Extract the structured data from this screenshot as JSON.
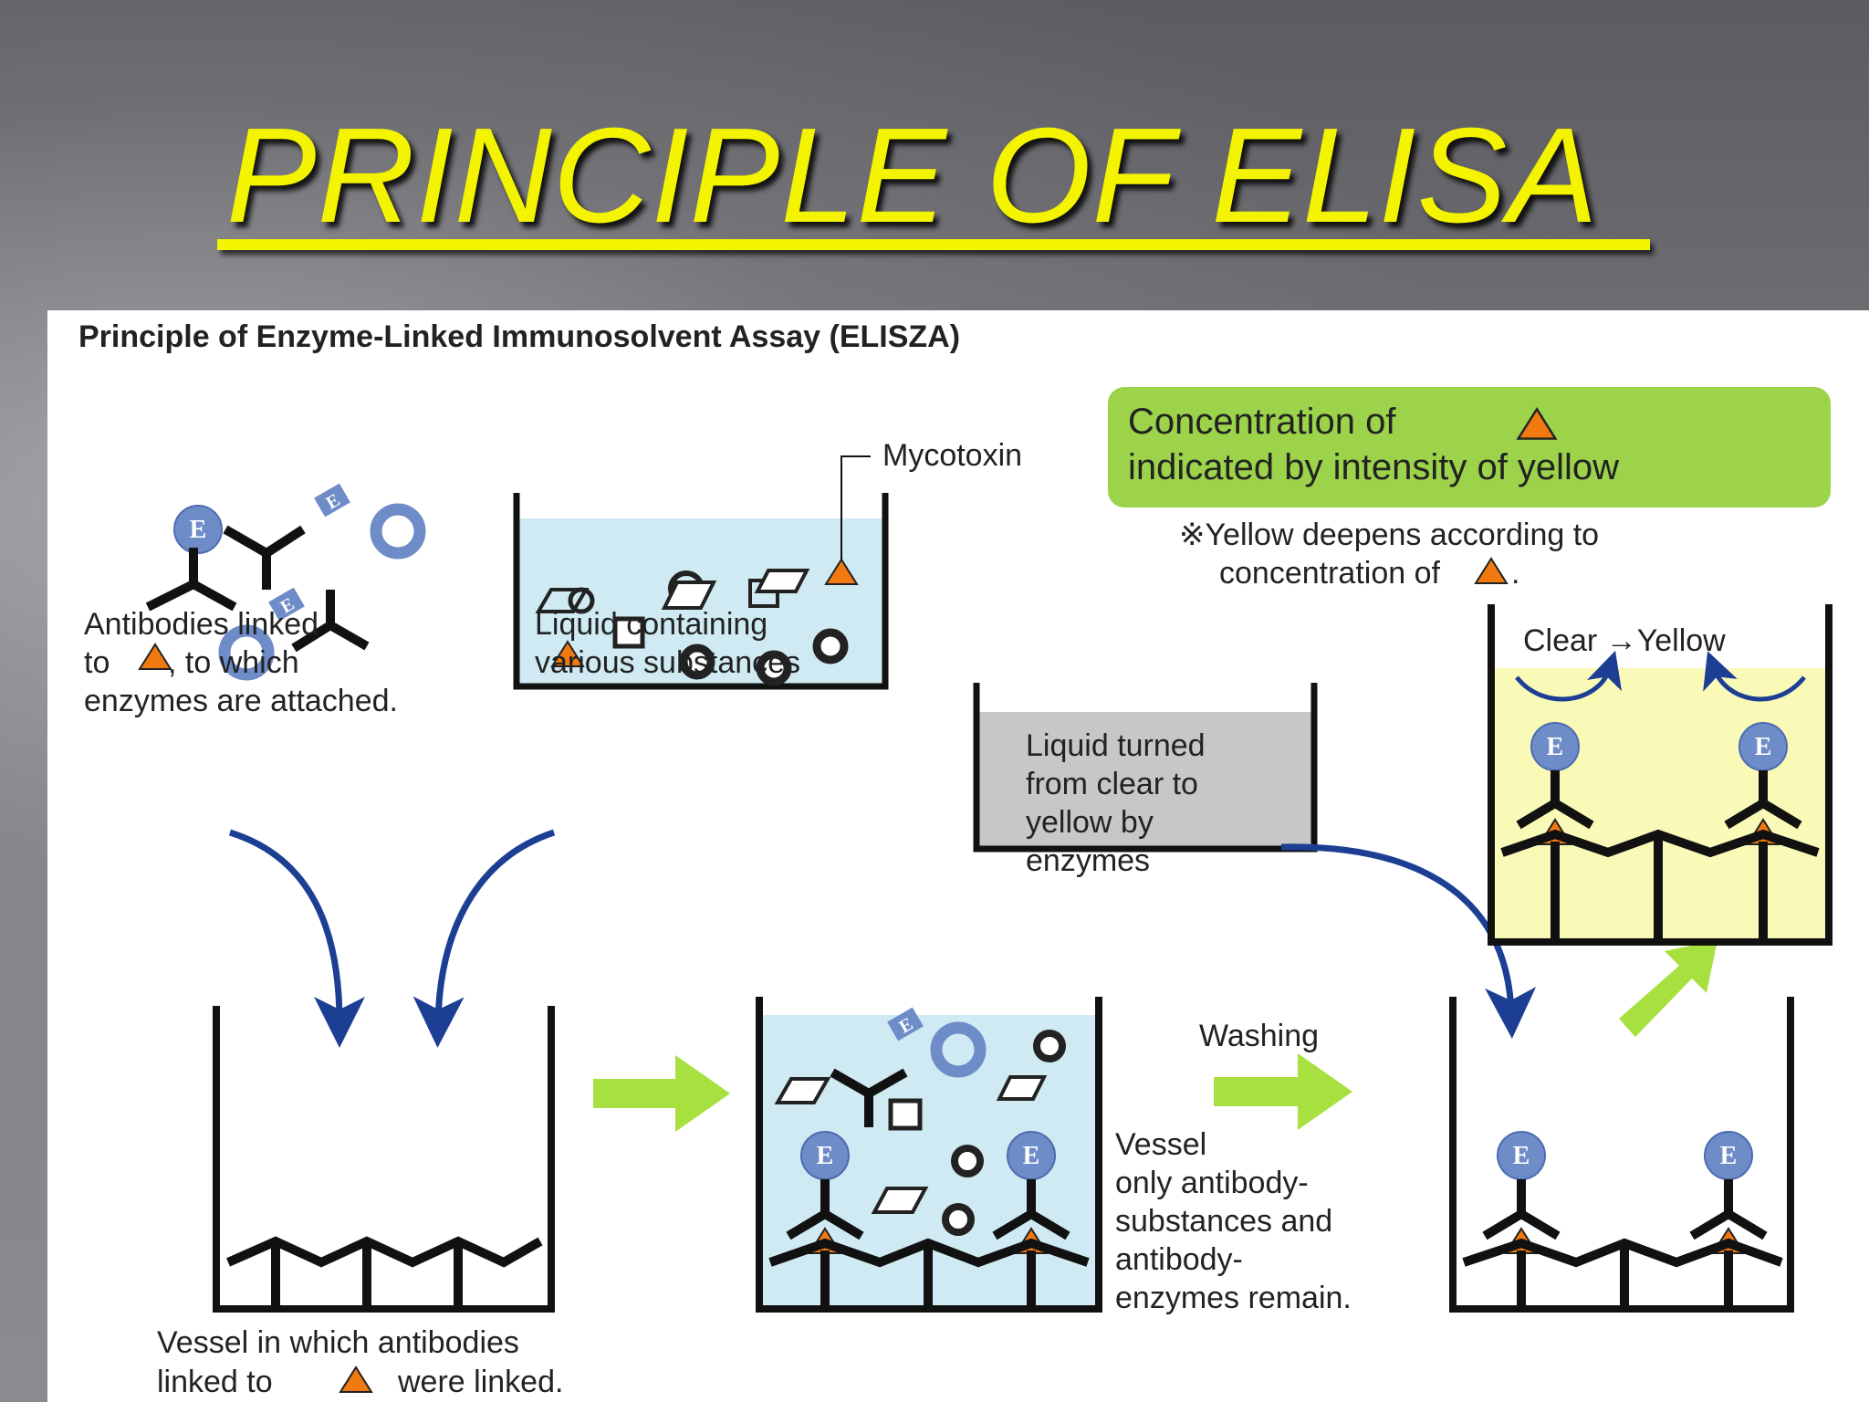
{
  "slide": {
    "title": "PRINCIPLE OF ELISA"
  },
  "figure": {
    "heading": "Principle of Enzyme-Linked Immunosolvent Assay (ELISZA)",
    "enzyme_letter": "E",
    "mycotoxin_label": "Mycotoxin",
    "antibodies_caption": [
      "Antibodies linked",
      "to",
      ", to which",
      "enzymes are attached."
    ],
    "liquid_caption": [
      "Liquid containing",
      "various substances"
    ],
    "vessel_caption": [
      "Vessel in which antibodies",
      "linked to",
      "were linked."
    ],
    "concentration_box": [
      "Concentration of",
      "indicated by intensity of yellow"
    ],
    "note": [
      "※Yellow deepens according to",
      "concentration of",
      "."
    ],
    "clear_yellow_label": "Clear →Yellow",
    "gray_liquid_caption": [
      "Liquid turned",
      "from clear to",
      "yellow by",
      "enzymes"
    ],
    "washing_label": "Washing",
    "washed_vessel_caption": [
      "Vessel",
      "only antibody-",
      "substances and",
      "antibody-",
      "enzymes remain."
    ],
    "colors": {
      "title_yellow": "#f4f400",
      "arrow_blue": "#1c3f94",
      "arrow_green": "#a8e040",
      "green_box": "#9cd34a",
      "liquid_blue": "#cfeaf2",
      "liquid_gray": "#c7c7c7",
      "liquid_yellow": "#fafab8",
      "mycotoxin_orange": "#f07a10",
      "enzyme_blue": "#6e8cc8"
    }
  }
}
